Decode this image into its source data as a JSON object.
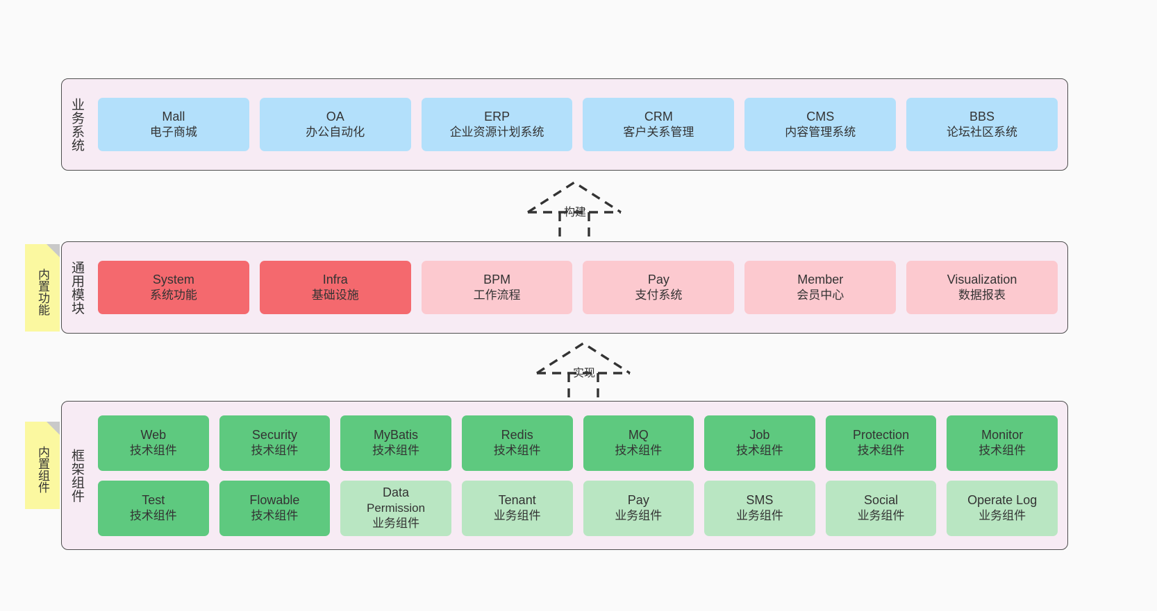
{
  "diagram": {
    "title_semantic": "layered-architecture-overview",
    "background_color": "#fafafa",
    "band_fill": "#f7ebf4",
    "band_border": "#4d4d4d",
    "note_fill": "#fbf8a0",
    "colors": {
      "business_system": "#b3e0fb",
      "module_core": "#f4696e",
      "module_optional": "#fcc9cf",
      "tech_component": "#5ec97f",
      "biz_component": "#b9e6c2"
    }
  },
  "layers": [
    {
      "id": "business",
      "title": "业务系统",
      "cards": [
        {
          "l1": "Mall",
          "l2": "电子商城",
          "color": "blue"
        },
        {
          "l1": "OA",
          "l2": "办公自动化",
          "color": "blue"
        },
        {
          "l1": "ERP",
          "l2": "企业资源计划系统",
          "color": "blue"
        },
        {
          "l1": "CRM",
          "l2": "客户关系管理",
          "color": "blue"
        },
        {
          "l1": "CMS",
          "l2": "内容管理系统",
          "color": "blue"
        },
        {
          "l1": "BBS",
          "l2": "论坛社区系统",
          "color": "blue"
        }
      ]
    },
    {
      "id": "common",
      "title": "通用模块",
      "note": "内置功能",
      "cards": [
        {
          "l1": "System",
          "l2": "系统功能",
          "color": "red"
        },
        {
          "l1": "Infra",
          "l2": "基础设施",
          "color": "red"
        },
        {
          "l1": "BPM",
          "l2": "工作流程",
          "color": "pink"
        },
        {
          "l1": "Pay",
          "l2": "支付系统",
          "color": "pink"
        },
        {
          "l1": "Member",
          "l2": "会员中心",
          "color": "pink"
        },
        {
          "l1": "Visualization",
          "l2": "数据报表",
          "color": "pink"
        }
      ]
    },
    {
      "id": "framework",
      "title": "框架组件",
      "note": "内置组件",
      "rows": [
        [
          {
            "l1": "Web",
            "l2": "技术组件",
            "color": "green"
          },
          {
            "l1": "Security",
            "l2": "技术组件",
            "color": "green"
          },
          {
            "l1": "MyBatis",
            "l2": "技术组件",
            "color": "green"
          },
          {
            "l1": "Redis",
            "l2": "技术组件",
            "color": "green"
          },
          {
            "l1": "MQ",
            "l2": "技术组件",
            "color": "green"
          },
          {
            "l1": "Job",
            "l2": "技术组件",
            "color": "green"
          },
          {
            "l1": "Protection",
            "l2": "技术组件",
            "color": "green"
          },
          {
            "l1": "Monitor",
            "l2": "技术组件",
            "color": "green"
          }
        ],
        [
          {
            "l1": "Test",
            "l2": "技术组件",
            "color": "green"
          },
          {
            "l1": "Flowable",
            "l2": "技术组件",
            "color": "green"
          },
          {
            "l1": "Data",
            "l2": "Permission",
            "l3": "业务组件",
            "color": "ltgreen"
          },
          {
            "l1": "Tenant",
            "l2": "业务组件",
            "color": "ltgreen"
          },
          {
            "l1": "Pay",
            "l2": "业务组件",
            "color": "ltgreen"
          },
          {
            "l1": "SMS",
            "l2": "业务组件",
            "color": "ltgreen"
          },
          {
            "l1": "Social",
            "l2": "业务组件",
            "color": "ltgreen"
          },
          {
            "l1": "Operate Log",
            "l2": "业务组件",
            "color": "ltgreen"
          }
        ]
      ]
    }
  ],
  "connectors": [
    {
      "id": "build",
      "label": "构建",
      "direction": "up",
      "style": "dashed-hollow-generalization"
    },
    {
      "id": "implement",
      "label": "实现",
      "direction": "up",
      "style": "dashed-hollow-generalization"
    }
  ]
}
